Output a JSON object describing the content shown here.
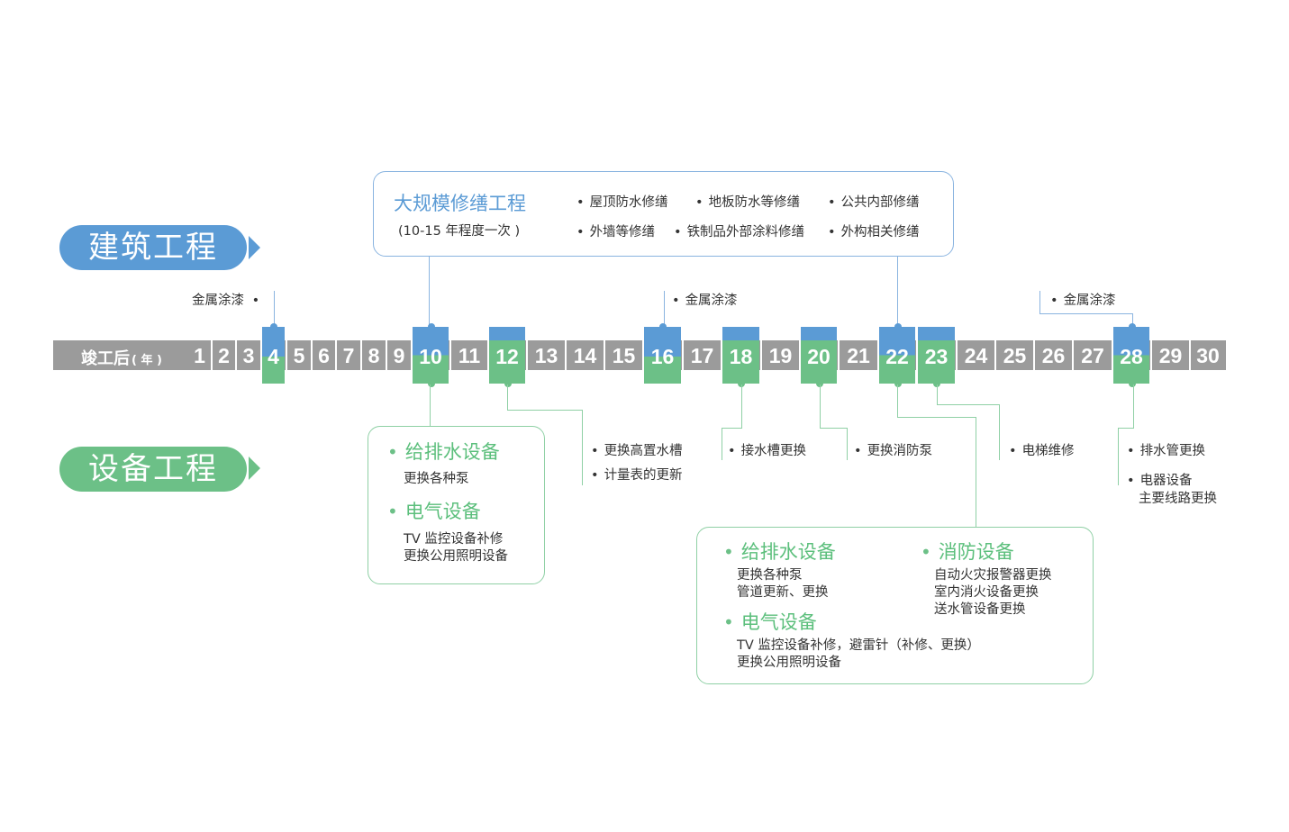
{
  "categories": {
    "building": {
      "label": "建筑工程",
      "color": "#5b9bd5"
    },
    "equipment": {
      "label": "设备工程",
      "color": "#6cc087"
    }
  },
  "timeline": {
    "label": "竣工后",
    "unit_label": "( 年 )",
    "years": [
      "1",
      "2",
      "3",
      "4",
      "5",
      "6",
      "7",
      "8",
      "9",
      "10",
      "11",
      "12",
      "13",
      "14",
      "15",
      "16",
      "17",
      "18",
      "19",
      "20",
      "21",
      "22",
      "23",
      "24",
      "25",
      "26",
      "27",
      "28",
      "29",
      "30"
    ],
    "highlight_building": [
      "4",
      "10",
      "16",
      "22",
      "28"
    ],
    "highlight_equipment": [
      "10",
      "12",
      "18",
      "20",
      "22",
      "23",
      "28"
    ],
    "bar_color": "#9b9b9b"
  },
  "major_repair": {
    "title": "大规模修缮工程",
    "subtitle": "(10-15 年程度一次 )",
    "items": [
      "屋顶防水修缮",
      "地板防水等修缮",
      "公共内部修缮",
      "外墙等修缮",
      "铁制品外部涂料修缮",
      "外构相关修缮"
    ]
  },
  "metal_paint": {
    "y4": "金属涂漆",
    "y16": "金属涂漆",
    "y28": "金属涂漆"
  },
  "equip_y10": {
    "group1_title": "给排水设备",
    "group1_lines": [
      "更换各种泵"
    ],
    "group2_title": "电气设备",
    "group2_lines": [
      "TV 监控设备补修",
      "更换公用照明设备"
    ]
  },
  "equip_y12": [
    "更换高置水槽",
    "计量表的更新"
  ],
  "equip_y18": "接水槽更换",
  "equip_y20": "更换消防泵",
  "equip_y23": "电梯维修",
  "equip_y28": {
    "item1": "排水管更换",
    "item2_line1": "电器设备",
    "item2_line2": "主要线路更换"
  },
  "equip_y22": {
    "group1_title": "给排水设备",
    "group1_lines": [
      "更换各种泵",
      "管道更新、更换"
    ],
    "group2_title": "消防设备",
    "group2_lines": [
      "自动火灾报警器更换",
      "室内消火设备更换",
      "送水管设备更换"
    ],
    "group3_title": "电气设备",
    "group3_lines": [
      "TV 监控设备补修，避雷针（补修、更换）",
      "更换公用照明设备"
    ]
  }
}
